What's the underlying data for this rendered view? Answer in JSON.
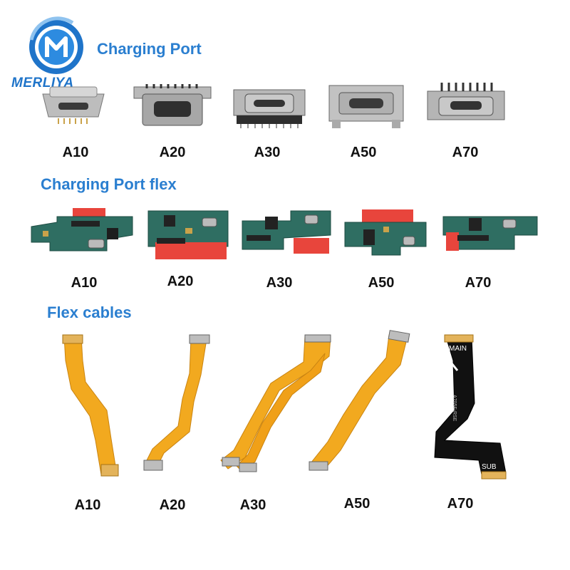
{
  "brand": {
    "name": "MERLIYA",
    "logo_color": "#1f74c9"
  },
  "sections": {
    "charging_port": {
      "title": "Charging Port",
      "models": [
        "A10",
        "A20",
        "A30",
        "A50",
        "A70"
      ]
    },
    "charging_port_flex": {
      "title": "Charging Port flex",
      "models": [
        "A10",
        "A20",
        "A30",
        "A50",
        "A70"
      ]
    },
    "flex_cables": {
      "title": "Flex cables",
      "models": [
        "A10",
        "A20",
        "A30",
        "A50",
        "A70"
      ]
    }
  },
  "flex_labels": {
    "main": "MAIN",
    "sub": "SUB",
    "part": "A705F-RSE"
  },
  "colors": {
    "title": "#2b7fd0",
    "flex": "#f2a91f",
    "board": "#2f6e62",
    "tape": "#e8453c",
    "metal": "#a9a9a9"
  }
}
